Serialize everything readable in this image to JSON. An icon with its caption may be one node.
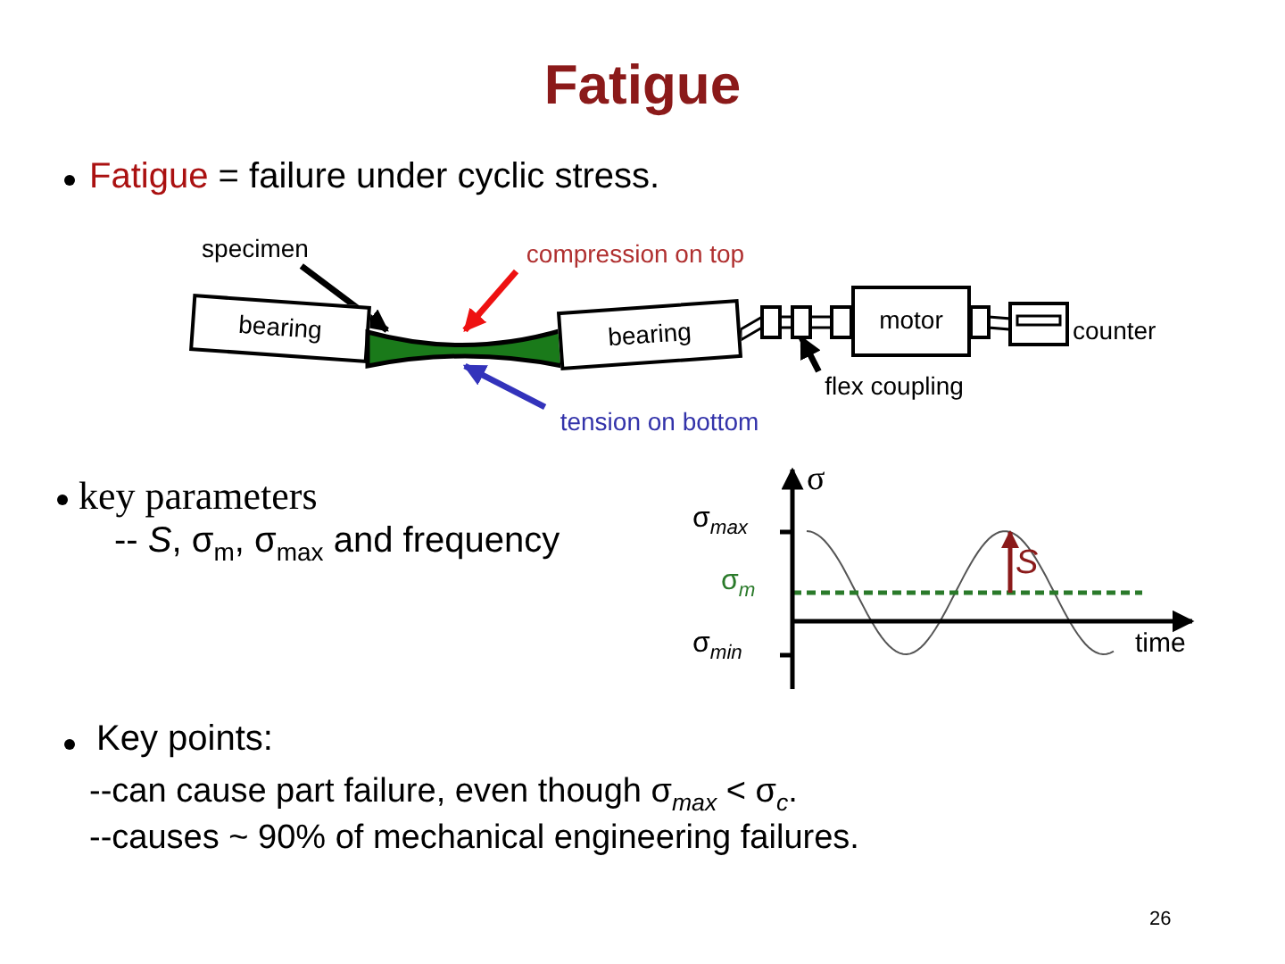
{
  "diagram": {
    "title": "Fatigue",
    "nodes": [
      {
        "text": [
          "specimen"
        ]
      },
      {
        "text": [
          "compression on top"
        ]
      },
      {
        "text": [
          "bearing"
        ]
      },
      {
        "text": [],
        "shape": "bar"
      },
      {
        "text": [
          "bearing"
        ]
      },
      {
        "text": [],
        "shape": "box"
      },
      {
        "text": [],
        "shape": "box"
      },
      {
        "text": [
          "motor"
        ]
      },
      {
        "text": [],
        "shape": "box",
        "beside": [
          "counter"
        ]
      },
      {
        "text": [
          "flex coupling"
        ]
      },
      {
        "text": [
          "tension on bottom"
        ]
      },
      {
        "text": [],
        "shape": "box"
      },
      {
        "text": [],
        "shape": "box"
      }
    ],
    "edges": [
      {
        "from": 0,
        "to": 3,
        "arrow": "to"
      },
      {
        "from": 1,
        "to": 3,
        "arrow": "to",
        "color": "#ee1111"
      },
      {
        "from": 10,
        "to": 3,
        "arrow": "to",
        "color": "#3333bb"
      },
      {
        "from": 9,
        "to": 6,
        "arrow": "to"
      },
      {
        "from": 4,
        "to": 5,
        "arrow": "none"
      },
      {
        "from": 5,
        "to": 6,
        "arrow": "none"
      },
      {
        "from": 6,
        "to": 11,
        "arrow": "none"
      },
      {
        "from": 12,
        "to": 8,
        "arrow": "none"
      }
    ],
    "labels": [
      "Fatigue = failure under cyclic stress.",
      "key parameters",
      "-- *S*, σ$_{m}$, σ$_{max}$ and frequency",
      "σ",
      "σ$_{max}$",
      "σ$_{m}$",
      "σ$_{min}$",
      "S",
      "time",
      "Key points:",
      "--can cause part failure, even though σ$_{max}$ < σ$_{c}$.",
      "--causes ~ 90% of mechanical engineering failures.",
      "26"
    ]
  }
}
